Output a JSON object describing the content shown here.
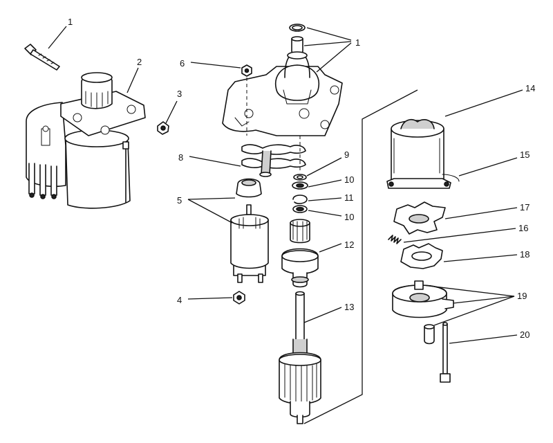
{
  "callouts": [
    {
      "id": "c1a",
      "text": "1"
    },
    {
      "id": "c2",
      "text": "2"
    },
    {
      "id": "c3",
      "text": "3"
    },
    {
      "id": "c6",
      "text": "6"
    },
    {
      "id": "c1b",
      "text": "1"
    },
    {
      "id": "c14",
      "text": "14"
    },
    {
      "id": "c8",
      "text": "8"
    },
    {
      "id": "c9",
      "text": "9"
    },
    {
      "id": "c15",
      "text": "15"
    },
    {
      "id": "c10a",
      "text": "10"
    },
    {
      "id": "c5",
      "text": "5"
    },
    {
      "id": "c11",
      "text": "11"
    },
    {
      "id": "c10b",
      "text": "10"
    },
    {
      "id": "c17",
      "text": "17"
    },
    {
      "id": "c16",
      "text": "16"
    },
    {
      "id": "c12",
      "text": "12"
    },
    {
      "id": "c18",
      "text": "18"
    },
    {
      "id": "c4",
      "text": "4"
    },
    {
      "id": "c19",
      "text": "19"
    },
    {
      "id": "c13",
      "text": "13"
    },
    {
      "id": "c20",
      "text": "20"
    }
  ]
}
